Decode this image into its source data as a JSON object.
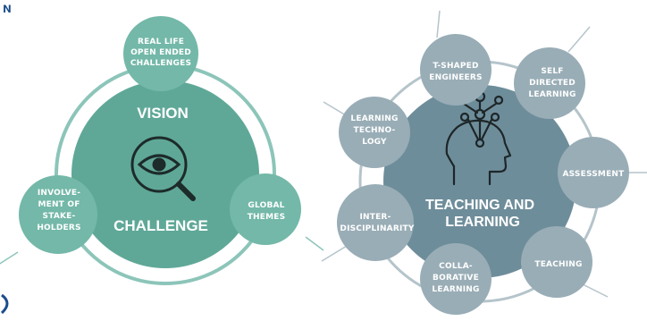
{
  "left_diagram": {
    "top_title": "VISION",
    "bottom_title": "CHALLENGE",
    "nodes": [
      {
        "lines": [
          "REAL LIFE",
          "OPEN ENDED",
          "CHALLENGES"
        ]
      },
      {
        "lines": [
          "GLOBAL",
          "THEMES"
        ]
      },
      {
        "lines": [
          "INVOLVE-",
          "MENT OF",
          "STAKE-",
          "HOLDERS"
        ]
      }
    ],
    "icon": "eye-magnifier-icon",
    "colors": {
      "center": "#5fa898",
      "node": "#73b8a8",
      "ring": "#8cc5b9"
    }
  },
  "right_diagram": {
    "title_line1": "TEACHING AND",
    "title_line2": "LEARNING",
    "nodes": [
      {
        "lines": [
          "T-SHAPED",
          "ENGINEERS"
        ]
      },
      {
        "lines": [
          "SELF",
          "DIRECTED",
          "LEARNING"
        ]
      },
      {
        "lines": [
          "ASSESSMENT"
        ]
      },
      {
        "lines": [
          "TEACHING"
        ]
      },
      {
        "lines": [
          "COLLA-",
          "BORATIVE",
          "LEARNING"
        ]
      },
      {
        "lines": [
          "INTER-",
          "DISCIPLINARITY"
        ]
      },
      {
        "lines": [
          "LEARNING",
          "TECHNO-",
          "LOGY"
        ]
      }
    ],
    "icon": "head-network-icon",
    "colors": {
      "center": "#6e8d9a",
      "node": "#99adb6",
      "ring": "#b5c4cb"
    }
  }
}
